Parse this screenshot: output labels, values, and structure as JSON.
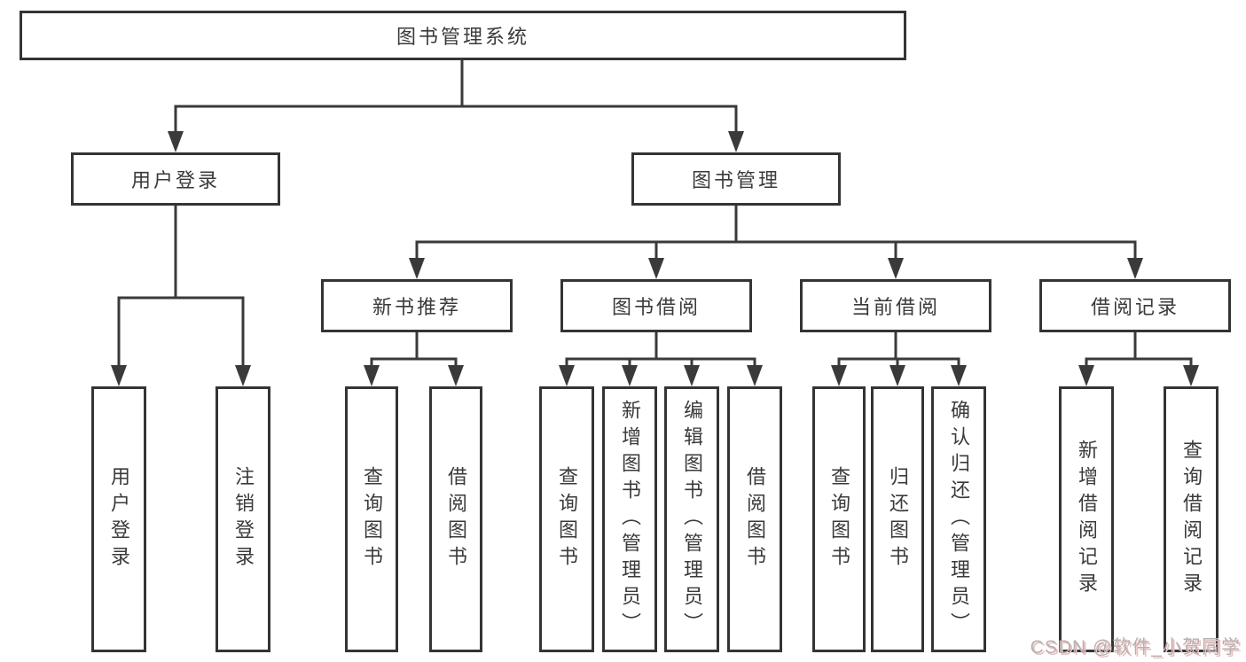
{
  "tree": {
    "root": {
      "label": "图书管理系统",
      "children": [
        {
          "label": "用户登录",
          "children": [
            {
              "label": "用户登录"
            },
            {
              "label": "注销登录"
            }
          ]
        },
        {
          "label": "图书管理",
          "children": [
            {
              "label": "新书推荐",
              "children": [
                {
                  "label": "查询图书"
                },
                {
                  "label": "借阅图书"
                }
              ]
            },
            {
              "label": "图书借阅",
              "children": [
                {
                  "label": "查询图书"
                },
                {
                  "label": "新增图书（管理员）"
                },
                {
                  "label": "编辑图书（管理员）"
                },
                {
                  "label": "借阅图书"
                }
              ]
            },
            {
              "label": "当前借阅",
              "children": [
                {
                  "label": "查询图书"
                },
                {
                  "label": "归还图书"
                },
                {
                  "label": "确认归还（管理员）"
                }
              ]
            },
            {
              "label": "借阅记录",
              "children": [
                {
                  "label": "新增借阅记录"
                },
                {
                  "label": "查询借阅记录"
                }
              ]
            }
          ]
        }
      ]
    }
  },
  "watermark": {
    "text": "CSDN @软件_小贺同学"
  },
  "colors": {
    "line": "#3a3a3a",
    "box_border": "#343434",
    "text": "#3a3a3a",
    "watermark_text": "#b2b2b2",
    "watermark_shadow": "#f0bcbc"
  }
}
